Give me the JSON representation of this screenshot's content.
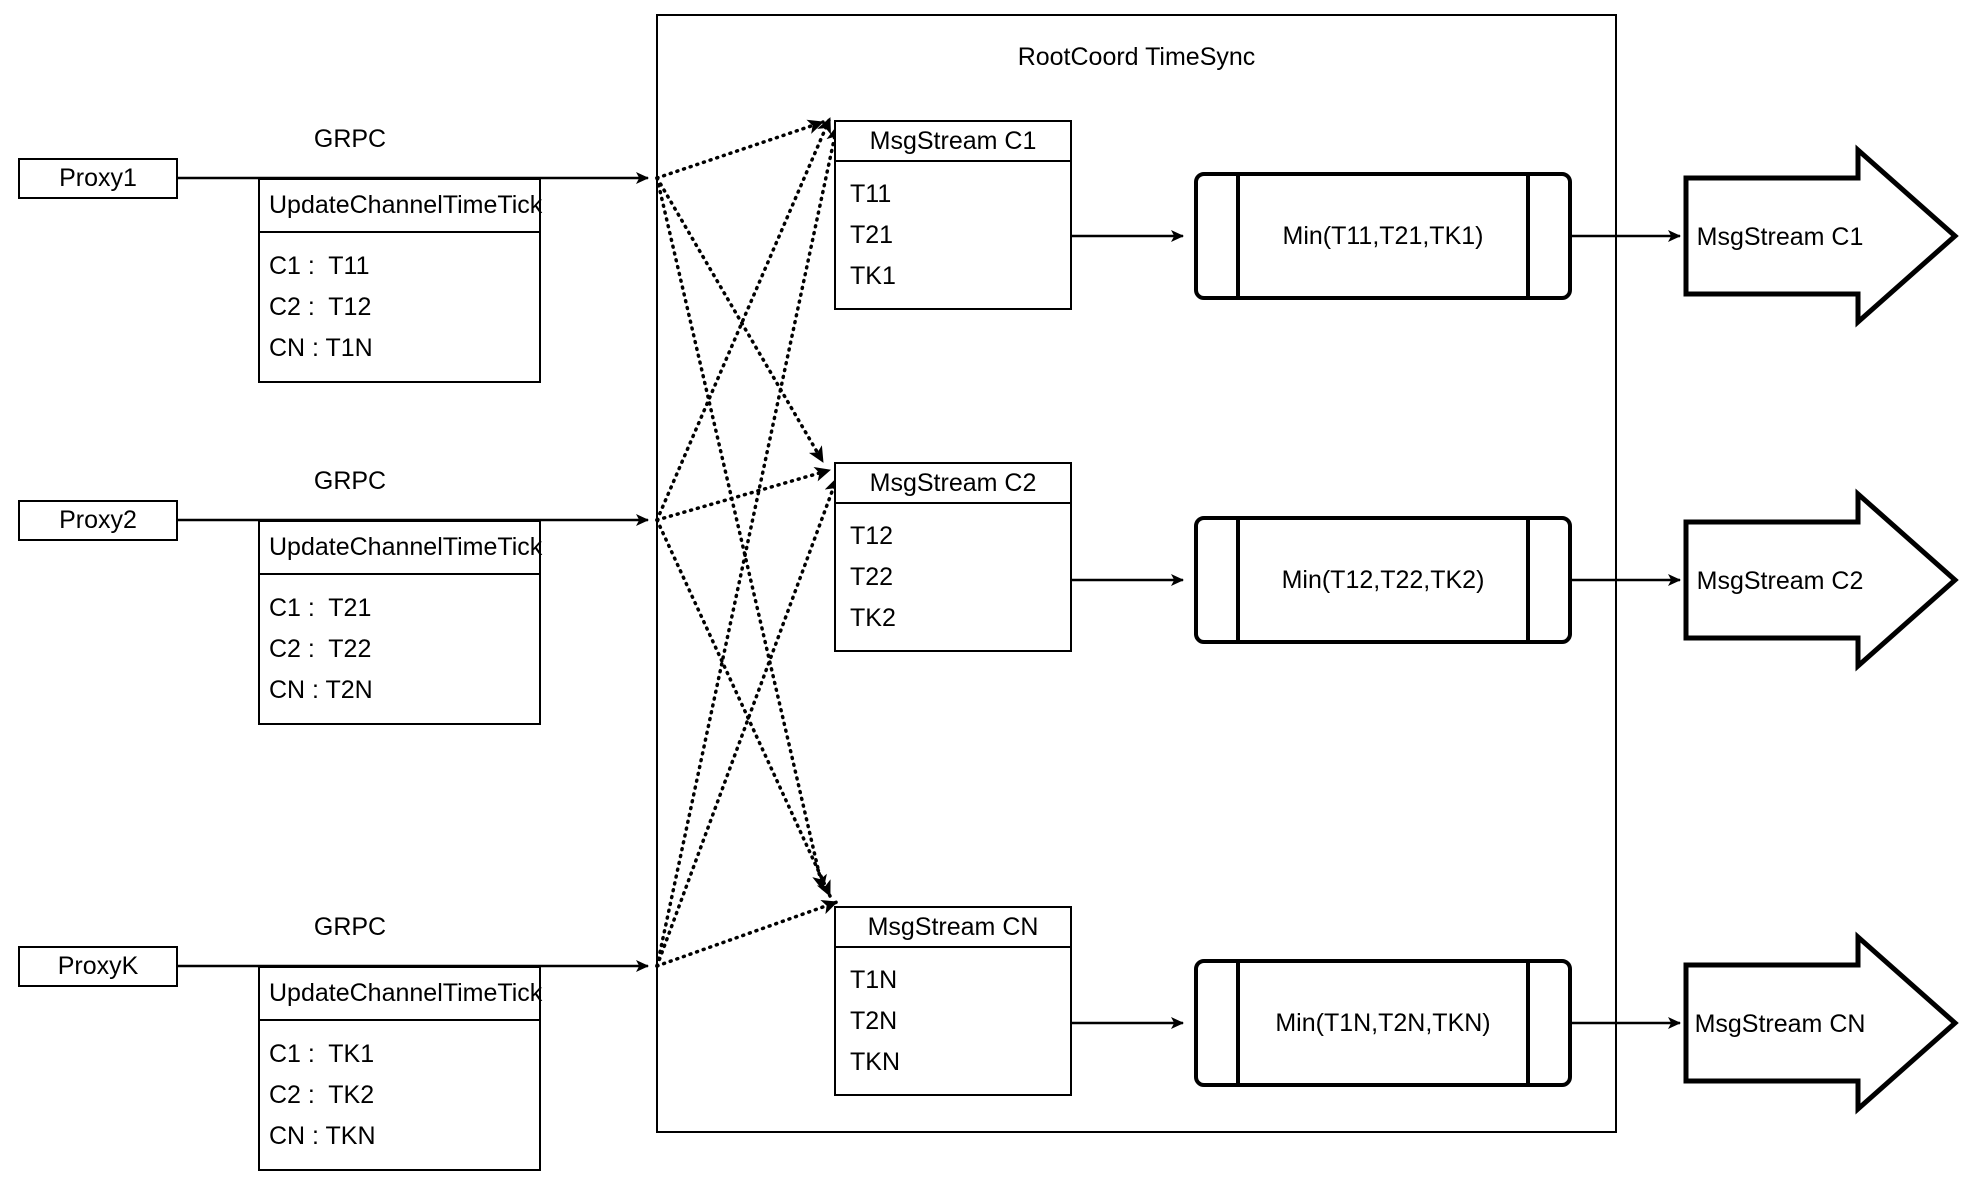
{
  "diagram": {
    "title": "RootCoord TimeSync",
    "rows": [
      {
        "proxy_label": "Proxy1",
        "grpc_label": "GRPC",
        "tick_table": {
          "header": "UpdateChannelTimeTick",
          "rows": [
            "C1 :  T11",
            "C2 :  T12",
            "CN : T1N"
          ]
        },
        "msgstream": {
          "header": "MsgStream C1",
          "rows": [
            "T11",
            "T21",
            "TK1"
          ]
        },
        "min_label": "Min(T11,T21,TK1)",
        "output_label": "MsgStream C1"
      },
      {
        "proxy_label": "Proxy2",
        "grpc_label": "GRPC",
        "tick_table": {
          "header": "UpdateChannelTimeTick",
          "rows": [
            "C1 :  T21",
            "C2 :  T22",
            "CN : T2N"
          ]
        },
        "msgstream": {
          "header": "MsgStream C2",
          "rows": [
            "T12",
            "T22",
            "TK2"
          ]
        },
        "min_label": "Min(T12,T22,TK2)",
        "output_label": "MsgStream C2"
      },
      {
        "proxy_label": "ProxyK",
        "grpc_label": "GRPC",
        "tick_table": {
          "header": "UpdateChannelTimeTick",
          "rows": [
            "C1 :  TK1",
            "C2 :  TK2",
            "CN : TKN"
          ]
        },
        "msgstream": {
          "header": "MsgStream CN",
          "rows": [
            "T1N",
            "T2N",
            "TKN"
          ]
        },
        "min_label": "Min(T1N,T2N,TKN)",
        "output_label": "MsgStream CN"
      }
    ],
    "colors": {
      "stroke": "#000000",
      "background": "#ffffff"
    }
  }
}
